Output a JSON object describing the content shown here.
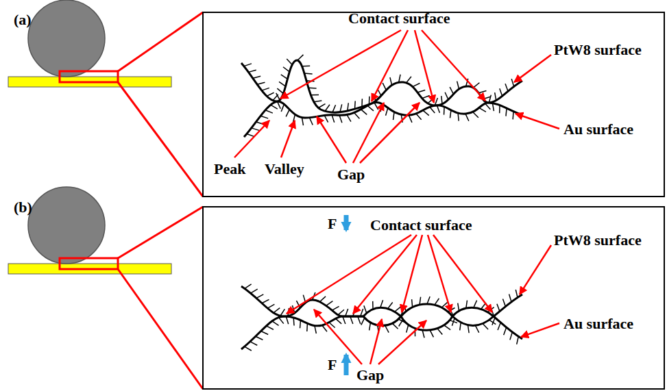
{
  "diagram": {
    "labels": [
      "(a)",
      "Contact surface",
      "PtW8 surface",
      "Au surface",
      "Peak",
      "Valley",
      "Gap",
      "(b)",
      "F",
      "Contact surface",
      "PtW8 surface",
      "Au surface",
      "F",
      "Gap"
    ]
  }
}
